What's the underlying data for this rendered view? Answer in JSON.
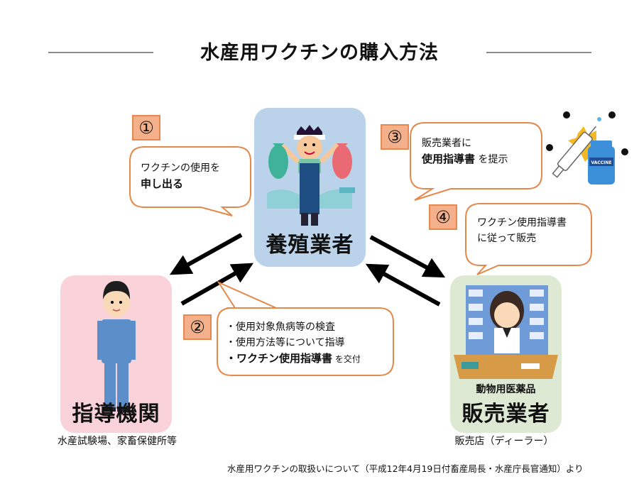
{
  "title": "水産用ワクチンの購入方法",
  "colors": {
    "farmer_bg": "#bad3ea",
    "guide_bg": "#f9d3d9",
    "dealer_bg": "#dde9d2",
    "step_fill": "#f4b08a",
    "bubble_border": "#e4894b",
    "arrow": "#000000"
  },
  "actors": {
    "farmer": {
      "label": "養殖業者",
      "icon": "fish-farmer-illustration"
    },
    "guide": {
      "label": "指導機関",
      "caption": "水産試験場、家畜保健所等",
      "icon": "worker-illustration"
    },
    "dealer": {
      "prefix": "動物用医薬品",
      "label": "販売業者",
      "caption": "販売店（ディーラー）",
      "icon": "pharmacist-illustration"
    }
  },
  "steps": [
    {
      "number": "①",
      "line1": "ワクチンの使用を",
      "line2_bold": "申し出る"
    },
    {
      "number": "②",
      "items": [
        "・使用対象魚病等の検査",
        "・使用方法等について指導"
      ],
      "item3_bold": "・ワクチン使用指導書",
      "item3_rest": " を交付"
    },
    {
      "number": "③",
      "line1": "販売業者に",
      "line2_bold": "使用指導書",
      "line2_rest": " を提示"
    },
    {
      "number": "④",
      "line1": "ワクチン使用指導書",
      "line2": "に従って販売"
    }
  ],
  "vaccine_label": "VACCINE",
  "source": "水産用ワクチンの取扱いについて（平成12年4月19日付畜産局長・水産庁長官通知）より"
}
